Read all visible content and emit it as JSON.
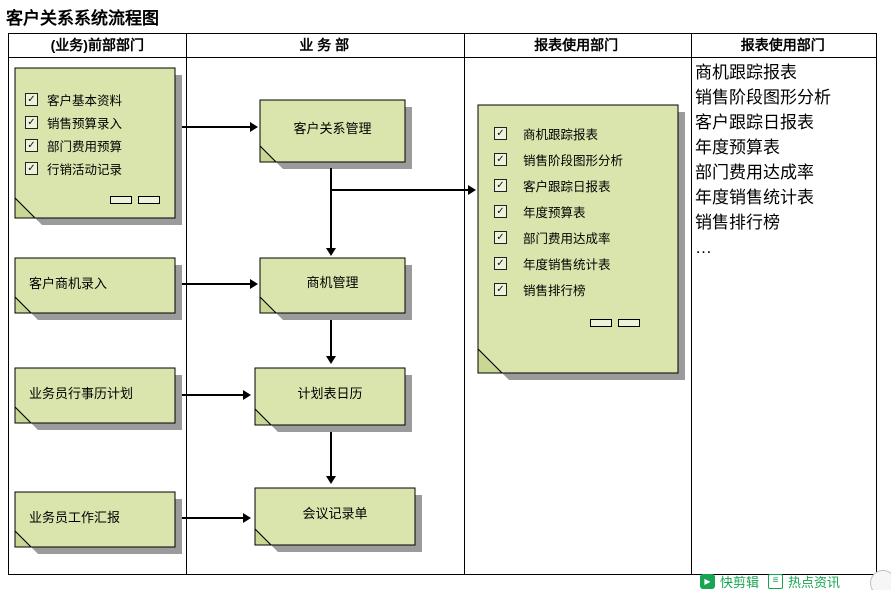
{
  "title": "客户关系系统流程图",
  "header": {
    "columns": [
      "(业务)前部部门",
      "业 务 部",
      "报表使用部门",
      "报表使用部门"
    ]
  },
  "front_dept": {
    "input_doc": {
      "items": [
        "客户基本资料",
        "销售预算录入",
        "部门费用预算",
        "行销活动记录"
      ]
    },
    "doc_opportunity": "客户商机录入",
    "doc_calendar_plan": "业务员行事历计划",
    "doc_work_report": "业务员工作汇报"
  },
  "business_dept": {
    "crm": "客户关系管理",
    "opportunity_mgmt": "商机管理",
    "schedule_calendar": "计划表日历",
    "meeting_record": "会议记录单"
  },
  "report_doc": {
    "items": [
      "商机跟踪报表",
      "销售阶段图形分析",
      "客户跟踪日报表",
      "年度预算表",
      "部门费用达成率",
      "年度销售统计表",
      "销售排行榜"
    ]
  },
  "report_list": {
    "items": [
      "商机跟踪报表",
      "销售阶段图形分析",
      "客户跟踪日报表",
      "年度预算表",
      "部门费用达成率",
      "年度销售统计表",
      "销售排行榜",
      "…"
    ]
  },
  "footer": {
    "quick_clip": "快剪辑",
    "hot_news": "热点资讯"
  },
  "colors": {
    "box_fill": "#d9e5ad",
    "box_shadow": "#9b9b9b",
    "accent_green": "#18a452"
  }
}
